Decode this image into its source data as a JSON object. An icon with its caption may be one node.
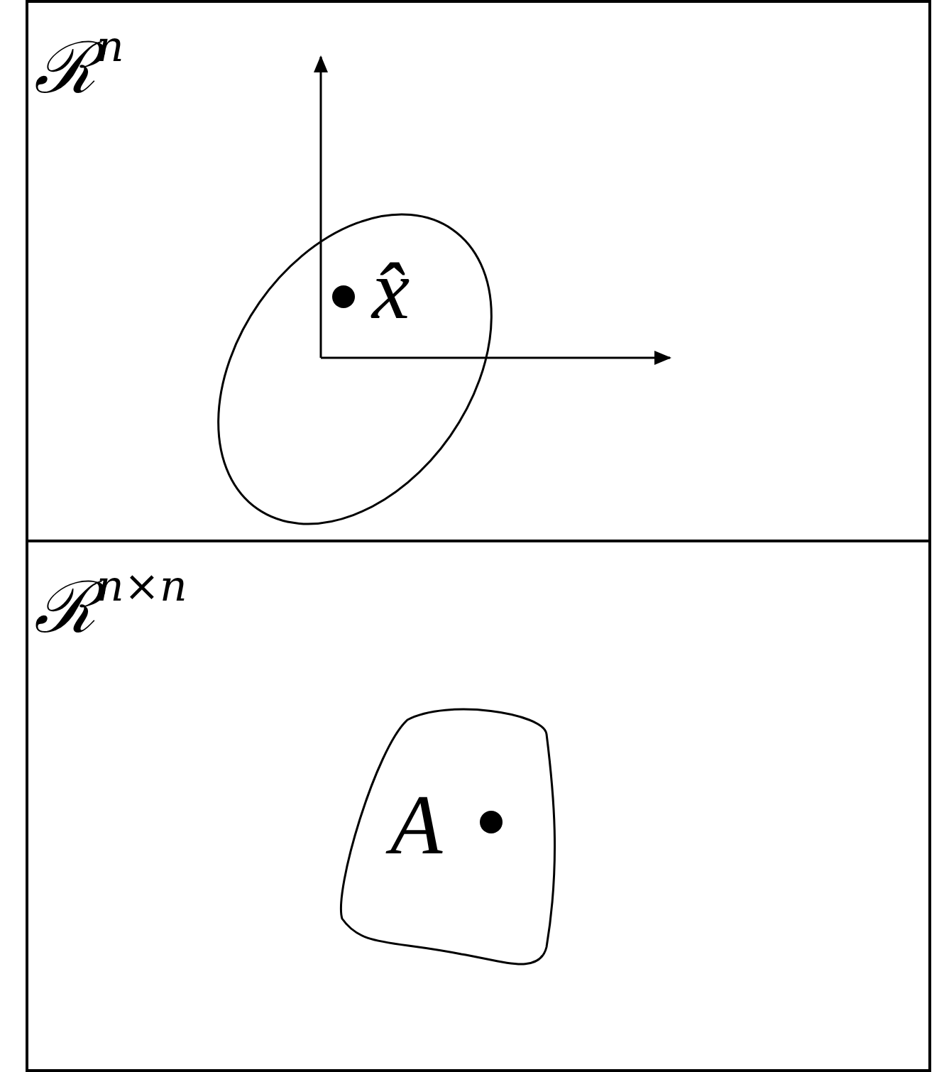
{
  "diagram": {
    "nodes": [
      {
        "text": [
          "ℛ$^{n}$"
        ]
      },
      {
        "text": [
          "x̂"
        ],
        "in": 0
      },
      {
        "text": [
          "ℛ$^{n×n}$"
        ]
      },
      {
        "text": [
          "A"
        ],
        "in": 2
      }
    ]
  }
}
